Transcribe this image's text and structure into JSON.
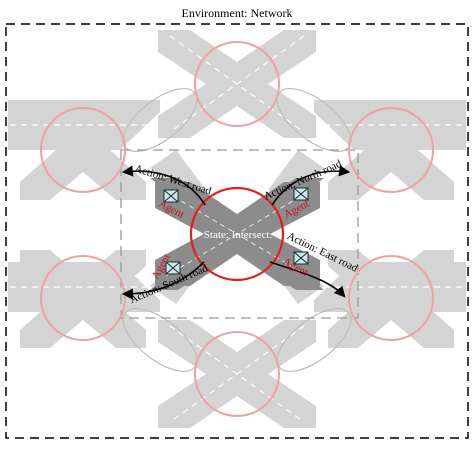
{
  "diagram": {
    "environment_label": "Environment: Network",
    "state_label": "State: Intersect.",
    "agent_label": "Agent",
    "actions": {
      "west": "Action: West road",
      "north": "Action: North road",
      "east": "Action: East road",
      "south": "Action: South road"
    }
  },
  "colors": {
    "road": "#d4d4d4",
    "road_dark": "#8c8c8c",
    "center_ring": "#e02020",
    "outer_ring": "#f0a0a0",
    "frame": "#000000",
    "inner_frame": "#999999",
    "agent_text": "#c0141c",
    "agent_icon_fill": "#cfe6ea"
  }
}
